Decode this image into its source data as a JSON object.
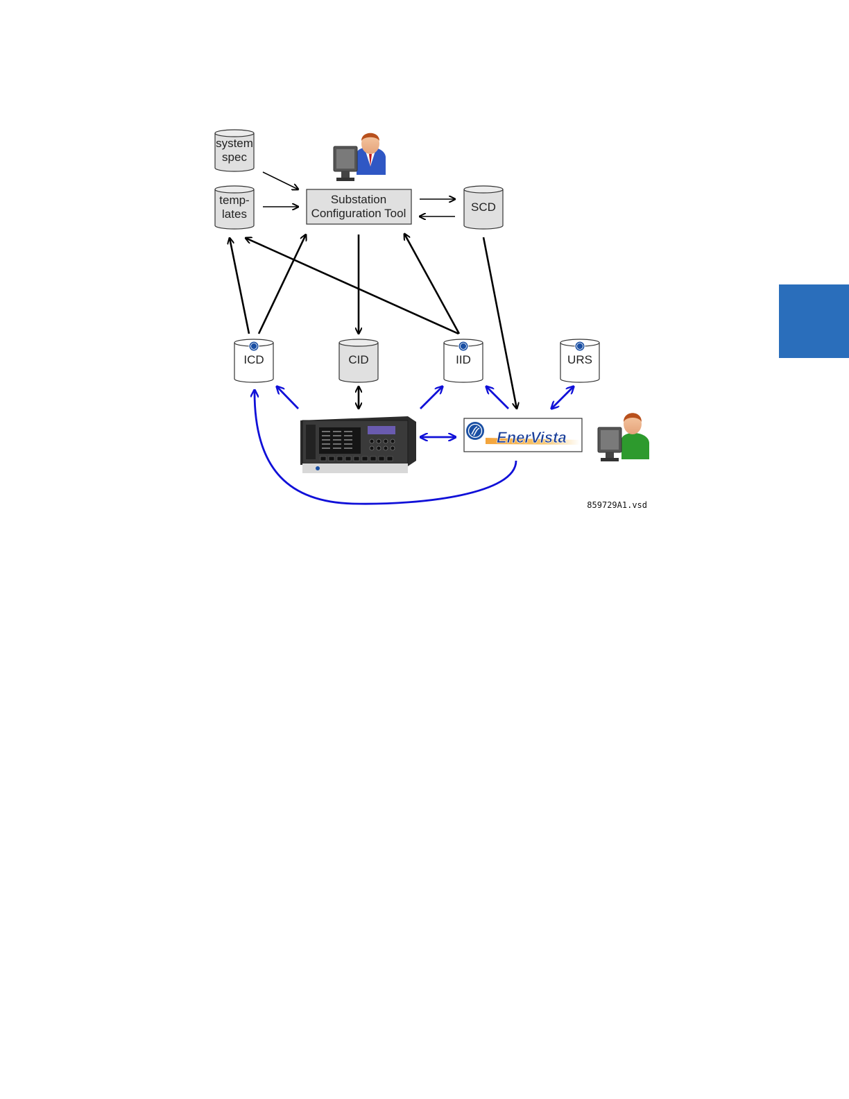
{
  "diagram": {
    "nodes": {
      "system_spec": [
        "system",
        "spec"
      ],
      "templates": [
        "temp-",
        "lates"
      ],
      "sct": [
        "Substation",
        "Configuration Tool"
      ],
      "scd": "SCD",
      "icd": "ICD",
      "cid": "CID",
      "iid": "IID",
      "urs": "URS",
      "enervista": "EnerVista"
    },
    "file_ref": "859729A1.vsd"
  },
  "colors": {
    "black_arrow": "#000000",
    "blue_arrow": "#1010d8",
    "cylinder_fill": "#e0e0e0",
    "accent_tab": "#2a6ebb",
    "ge_blue": "#1a4fa3"
  }
}
